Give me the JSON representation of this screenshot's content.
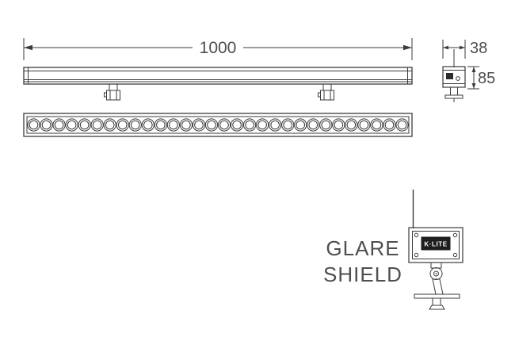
{
  "page": {
    "background": "#ffffff",
    "line_color": "#3b3b3b",
    "text_color": "#4d4d4d"
  },
  "drawing": {
    "top_view": {
      "length_dimension": "1000"
    },
    "end_view": {
      "width_dimension": "38",
      "height_dimension": "85"
    },
    "front_view": {
      "led_count": 30
    },
    "detail_view": {
      "label_line1": "GLARE",
      "label_line2": "SHIELD",
      "brand": "K·LITE",
      "brand_bg": "#1e1e1e"
    }
  }
}
